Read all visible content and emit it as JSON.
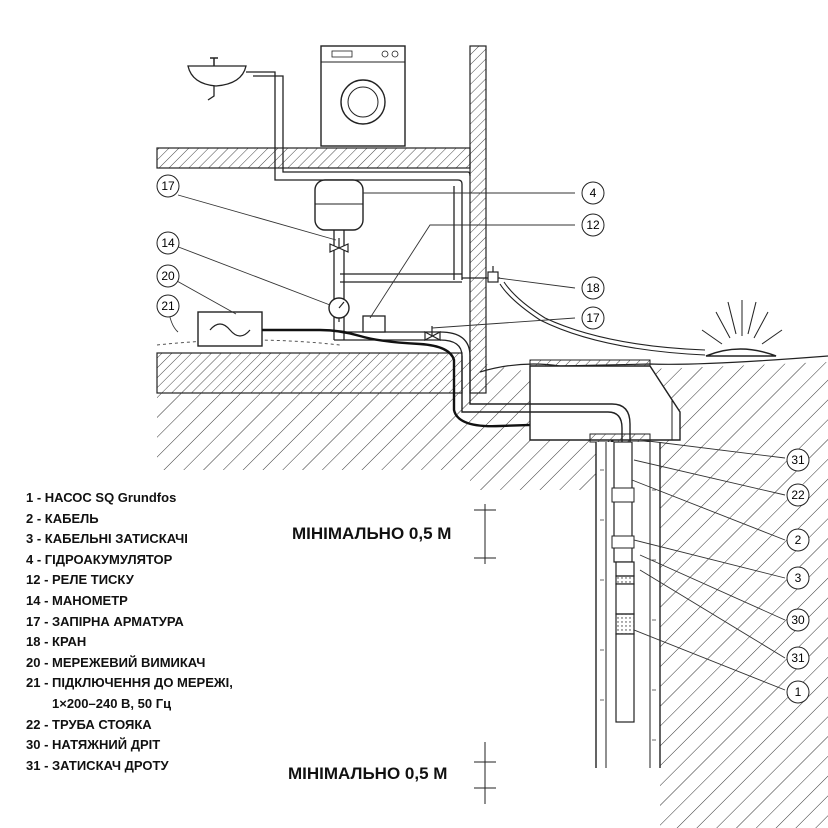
{
  "callouts": [
    "1",
    "2",
    "3",
    "4",
    "12",
    "14",
    "17",
    "18",
    "20",
    "21",
    "22",
    "30",
    "31"
  ],
  "legend": [
    "1 - НАСОС  SQ Grundfos",
    "2 - КАБЕЛЬ",
    "3 - КАБЕЛЬНІ ЗАТИСКАЧІ",
    "4 - ГІДРОАКУМУЛЯТОР",
    "12 - РЕЛЕ ТИСКУ",
    "14 - МАНОМЕТР",
    "17 - ЗАПІРНА АРМАТУРА",
    "18 - КРАН",
    "20 - МЕРЕЖЕВИЙ ВИМИКАЧ",
    "21 - ПІДКЛЮЧЕННЯ ДО МЕРЕЖІ,",
    "1×200–240 В, 50 Гц",
    "22 - ТРУБА СТОЯКА",
    "30 - НАТЯЖНИЙ ДРІТ",
    "31 - ЗАТИСКАЧ ДРОТУ"
  ],
  "dimensions": {
    "top": "МІНІМАЛЬНО 0,5 М",
    "bottom": "МІНІМАЛЬНО 0,5 М"
  }
}
